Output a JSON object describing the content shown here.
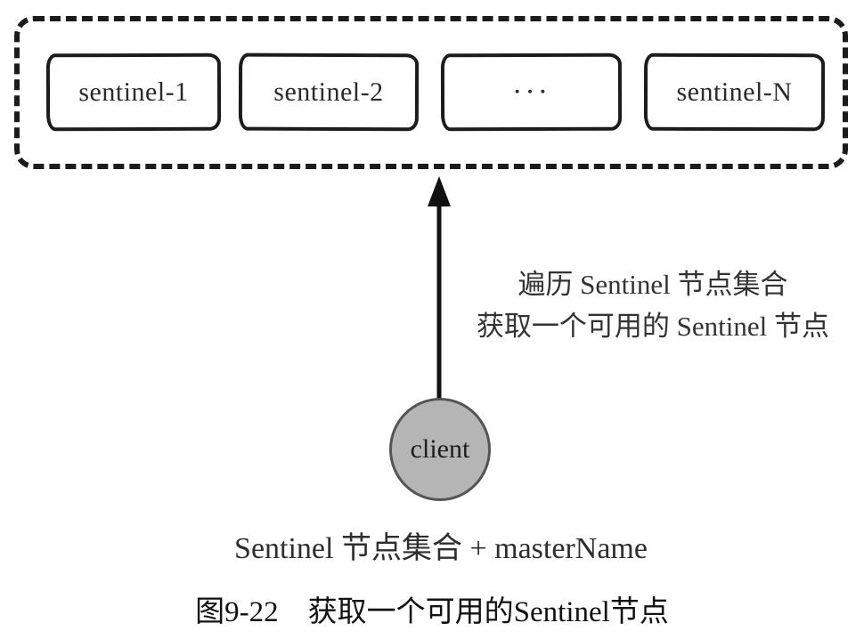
{
  "diagram": {
    "cluster": {
      "nodes": [
        {
          "label": "sentinel-1"
        },
        {
          "label": "sentinel-2"
        },
        {
          "label": "···"
        },
        {
          "label": "sentinel-N"
        }
      ]
    },
    "arrow_annotation": {
      "line1": "遍历 Sentinel 节点集合",
      "line2": "获取一个可用的 Sentinel 节点"
    },
    "client": {
      "label": "client"
    },
    "client_caption": "Sentinel 节点集合 + masterName",
    "figure_caption": "图9-22　获取一个可用的Sentinel节点"
  },
  "colors": {
    "stroke": "#1b1b1b",
    "background": "#ffffff",
    "client_fill": "#b5b5b5",
    "client_border": "#555555"
  }
}
